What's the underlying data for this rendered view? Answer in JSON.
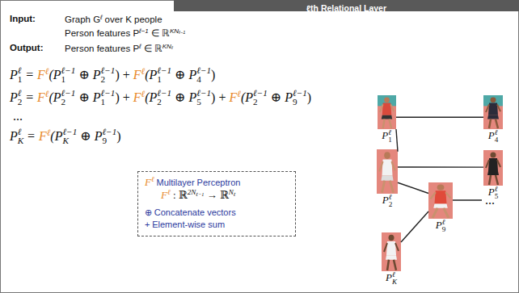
{
  "diagram": {
    "title": "ℓth Relational Layer",
    "nodes": [
      {
        "text": [
          "P",
          "ℓ",
          "1"
        ]
      },
      {
        "text": [
          "P",
          "ℓ",
          "4"
        ]
      },
      {
        "text": [
          "P",
          "ℓ",
          "2"
        ]
      },
      {
        "text": [
          "P",
          "ℓ",
          "5"
        ]
      },
      {
        "text": [
          "F",
          "ℓ",
          "Multilayer Perceptron",
          "F",
          "ℓ",
          ": ℝ",
          "2N",
          "ℓ−1",
          "→ ℝ",
          "N",
          "ℓ",
          "⊕",
          "Concatenate vectors",
          "+",
          "Element-wise sum"
        ]
      },
      {
        "text": [
          "P",
          "ℓ",
          "9"
        ]
      },
      {
        "text": [
          "P",
          "ℓ",
          "K"
        ]
      }
    ],
    "edges": [
      {
        "from": 0,
        "to": 1,
        "arrow": "none"
      },
      {
        "from": 0,
        "to": 2,
        "arrow": "none"
      },
      {
        "from": 2,
        "to": 3,
        "arrow": "none"
      },
      {
        "from": 2,
        "to": 5,
        "arrow": "none"
      },
      {
        "from": 5,
        "to": 6,
        "arrow": "none"
      }
    ],
    "labels": [
      "Input:",
      "Graph G",
      "ℓ",
      "over K people",
      "Person features P",
      "ℓ−1",
      "∈ ℝ",
      "KN",
      "ℓ−1",
      "Output:",
      "Person features P",
      "ℓ",
      "∈ ℝ",
      "KN",
      "ℓ",
      "P",
      "ℓ",
      "1",
      "=",
      "F",
      "ℓ",
      "(P",
      "ℓ−1",
      "1",
      "⊕ P",
      "ℓ−1",
      "2",
      ") +",
      "F",
      "ℓ",
      "(P",
      "ℓ−1",
      "1",
      "⊕ P",
      "ℓ−1",
      "4",
      ")",
      "P",
      "ℓ",
      "2",
      "=",
      "F",
      "ℓ",
      "(P",
      "ℓ−1",
      "2",
      "⊕ P",
      "ℓ−1",
      "1",
      ") +",
      "F",
      "ℓ",
      "(P",
      "ℓ−1",
      "2",
      "⊕ P",
      "ℓ−1",
      "5",
      ") +",
      "F",
      "ℓ",
      "(P",
      "ℓ−1",
      "2",
      "⊕ P",
      "ℓ−1",
      "9",
      ")",
      "...",
      "P",
      "ℓ",
      "K",
      "=",
      "F",
      "ℓ",
      "(P",
      "ℓ−1",
      "K",
      "⊕ P",
      "ℓ−1",
      "9",
      ")",
      "..."
    ]
  }
}
